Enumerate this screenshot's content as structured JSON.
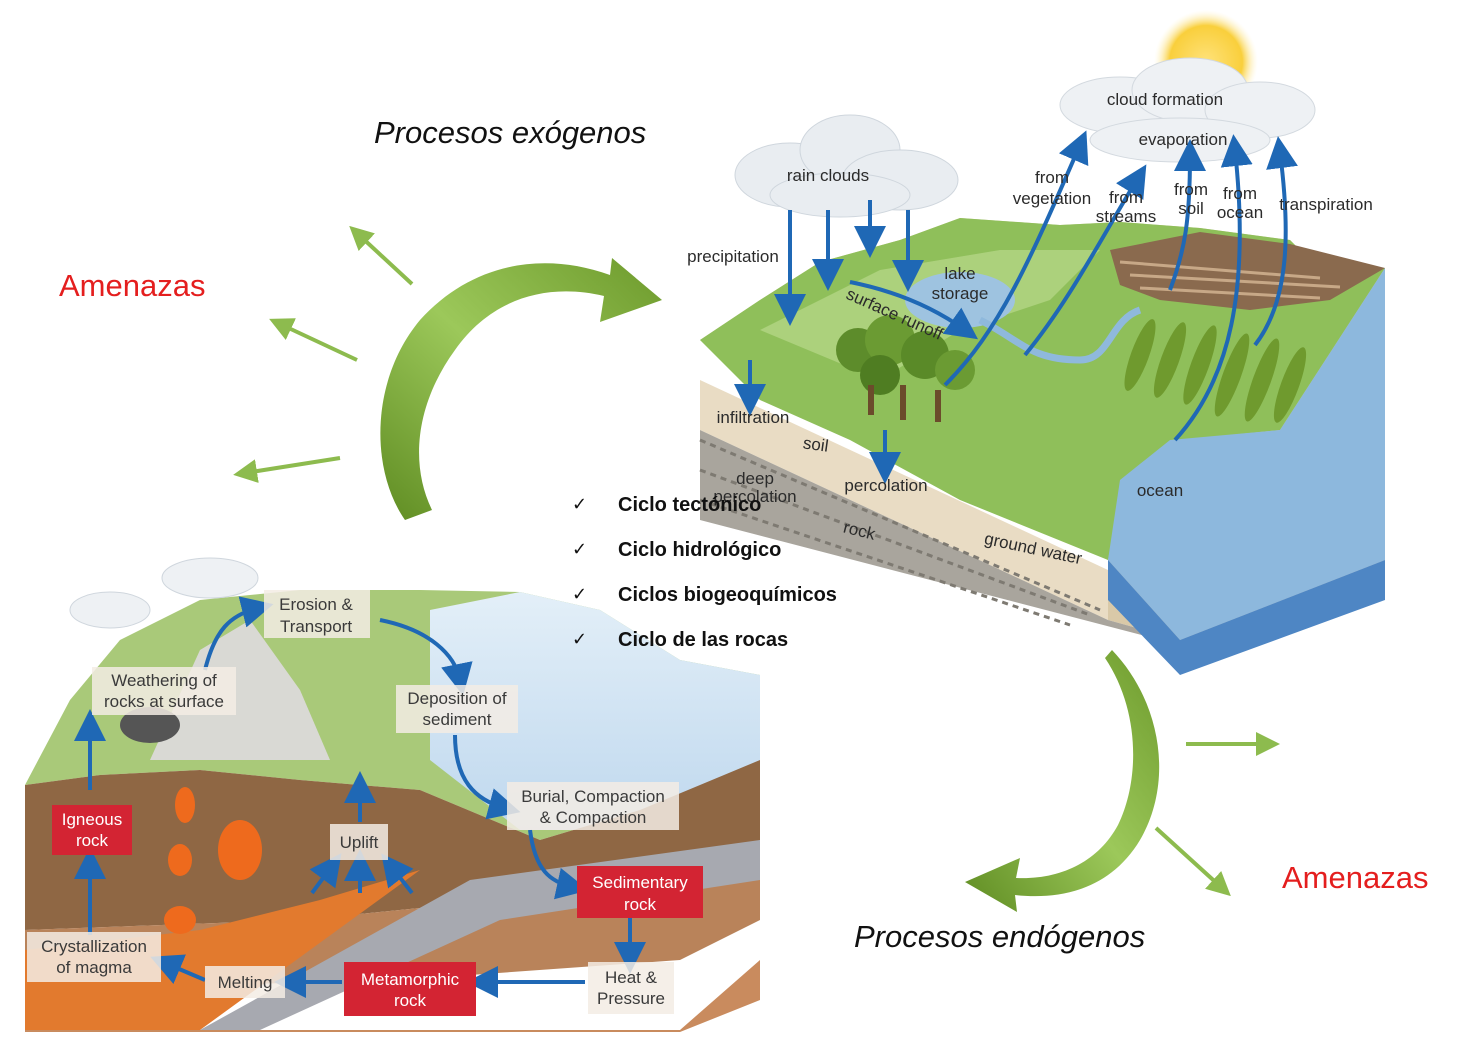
{
  "titles": {
    "exogenous": "Procesos exógenos",
    "endogenous": "Procesos endógenos"
  },
  "threats": {
    "left": "Amenazas",
    "right": "Amenazas"
  },
  "cycles": [
    {
      "check": "✓",
      "label": "Ciclo tectónico"
    },
    {
      "check": "✓",
      "label": "Ciclo hidrológico"
    },
    {
      "check": "✓",
      "label": "Ciclos biogeoquímicos"
    },
    {
      "check": "✓",
      "label": "Ciclo de las rocas"
    }
  ],
  "water_cycle": {
    "cloud_formation": "cloud formation",
    "evaporation": "evaporation",
    "rain_clouds": "rain clouds",
    "from_vegetation": [
      "from",
      "vegetation"
    ],
    "from_streams": [
      "from",
      "streams"
    ],
    "from_soil": [
      "from",
      "soil"
    ],
    "from_ocean": [
      "from",
      "ocean"
    ],
    "transpiration": "transpiration",
    "precipitation": "precipitation",
    "lake_storage": [
      "lake",
      "storage"
    ],
    "surface_runoff": "surface runoff",
    "infiltration": "infiltration",
    "soil": "soil",
    "deep_percolation": [
      "deep",
      "percolation"
    ],
    "percolation": "percolation",
    "rock": "rock",
    "ground_water": "ground water",
    "ocean": "ocean"
  },
  "rock_cycle": {
    "erosion_transport": [
      "Erosion &",
      "Transport"
    ],
    "weathering": [
      "Weathering of",
      "rocks at surface"
    ],
    "deposition": [
      "Deposition of",
      "sediment"
    ],
    "burial": [
      "Burial, Compaction",
      "& Compaction"
    ],
    "igneous_rock": [
      "Igneous",
      "rock"
    ],
    "uplift": "Uplift",
    "sedimentary_rock": [
      "Sedimentary",
      "rock"
    ],
    "crystallization": [
      "Crystallization",
      "of magma"
    ],
    "melting": "Melting",
    "metamorphic_rock": [
      "Metamorphic",
      "rock"
    ],
    "heat_pressure": [
      "Heat &",
      "Pressure"
    ]
  },
  "colors": {
    "green_arrow": "#7fb03a",
    "blue_arrow": "#1f68b5",
    "threat_red": "#e41e1e",
    "rock_label_red": "#d32433"
  }
}
